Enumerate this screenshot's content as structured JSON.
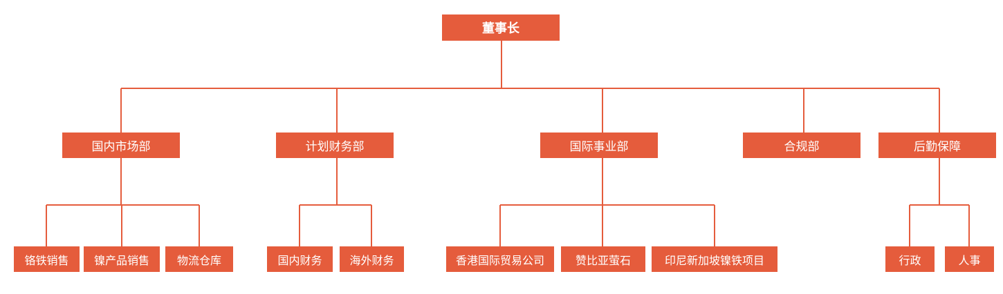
{
  "chairman": "董事长",
  "departments": {
    "domestic_market": {
      "label": "国内市场部",
      "children": [
        "铬铁销售",
        "镍产品销售",
        "物流仓库"
      ]
    },
    "planning_finance": {
      "label": "计划财务部",
      "children": [
        "国内财务",
        "海外财务"
      ]
    },
    "international": {
      "label": "国际事业部",
      "children": [
        "香港国际贸易公司",
        "赞比亚萤石",
        "印尼新加坡镍铁项目"
      ]
    },
    "compliance": {
      "label": "合规部",
      "children": []
    },
    "logistics": {
      "label": "后勤保障",
      "children": [
        "行政",
        "人事"
      ]
    }
  },
  "colors": {
    "box": "#e55c3c",
    "line": "#e55c3c",
    "text": "#ffffff"
  }
}
